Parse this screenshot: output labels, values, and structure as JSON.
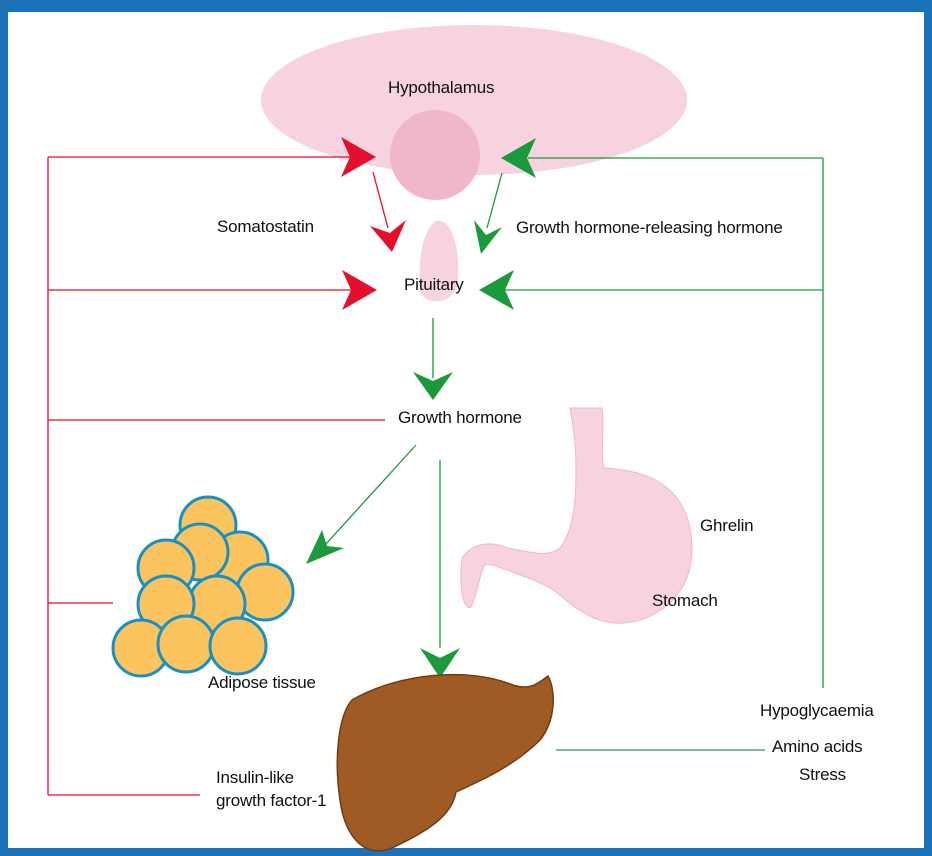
{
  "labels": {
    "hypothalamus": "Hypothalamus",
    "somatostatin": "Somatostatin",
    "ghrh": "Growth hormone-releasing hormone",
    "pituitary": "Pituitary",
    "growth_hormone": "Growth hormone",
    "ghrelin": "Ghrelin",
    "stomach": "Stomach",
    "adipose_tissue": "Adipose tissue",
    "hypoglycaemia": "Hypoglycaemia",
    "amino_acids": "Amino acids",
    "stress": "Stress",
    "igf1_line1": "Insulin-like",
    "igf1_line2": "growth factor-1"
  },
  "colors": {
    "frame": "#1b72b9",
    "inhibit": "#e30f2d",
    "stimulate": "#1a9a3a",
    "tissue_pink": "#f7d3df",
    "gland_pink": "#f0b6ca",
    "fat_fill": "#fbc45e",
    "fat_stroke": "#1a8fc4",
    "liver": "#a05a23",
    "connector_teal": "#2a9080"
  }
}
